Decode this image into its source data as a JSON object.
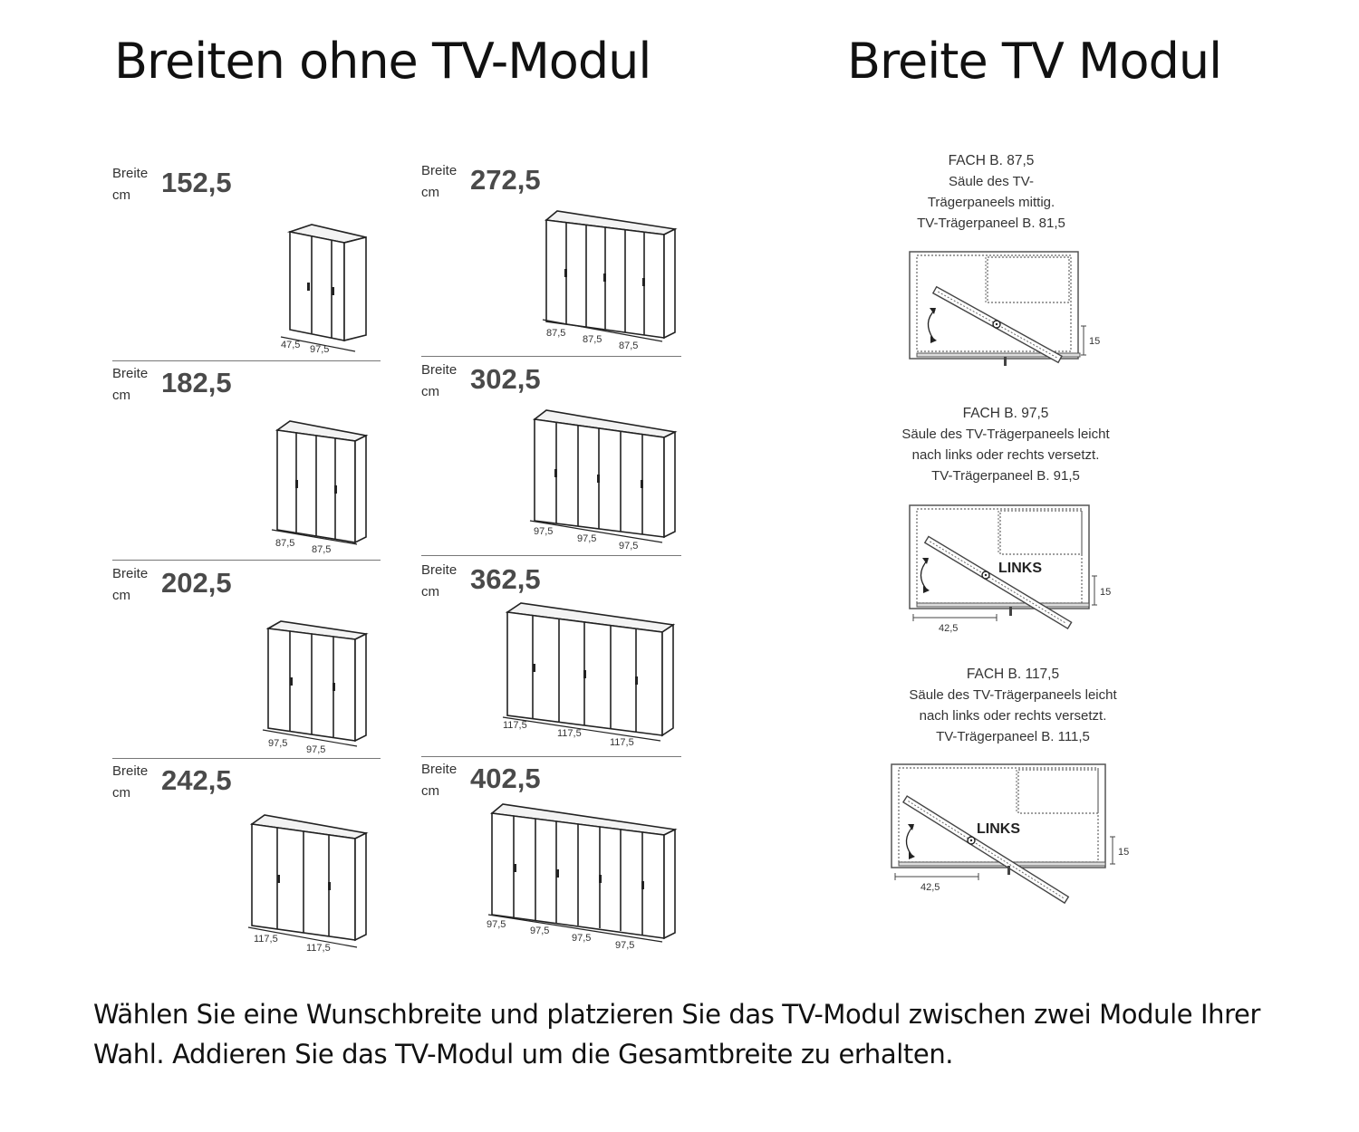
{
  "titles": {
    "left": "Breiten ohne TV-Modul",
    "right": "Breite TV Modul"
  },
  "breite_label": "Breite",
  "unit_label": "cm",
  "widths": [
    {
      "value": "152,5",
      "dims": [
        "47,5",
        "97,5"
      ]
    },
    {
      "value": "272,5",
      "dims": [
        "87,5",
        "87,5",
        "87,5"
      ]
    },
    {
      "value": "182,5",
      "dims": [
        "87,5",
        "87,5"
      ]
    },
    {
      "value": "302,5",
      "dims": [
        "97,5",
        "97,5",
        "97,5"
      ]
    },
    {
      "value": "202,5",
      "dims": [
        "97,5",
        "97,5"
      ]
    },
    {
      "value": "362,5",
      "dims": [
        "117,5",
        "117,5",
        "117,5"
      ]
    },
    {
      "value": "242,5",
      "dims": [
        "117,5",
        "117,5"
      ]
    },
    {
      "value": "402,5",
      "dims": [
        "97,5",
        "97,5",
        "97,5",
        "97,5"
      ]
    }
  ],
  "tv_modules": [
    {
      "head": "FACH B. 87,5",
      "line1": "Säule des TV-",
      "line2": "Trägerpaneels mittig.",
      "line3": "TV-Trägerpaneel B. 81,5",
      "side_dim": "15"
    },
    {
      "head": "FACH B. 97,5",
      "line1": "Säule des TV-Trägerpaneels leicht",
      "line2": "nach links oder rechts versetzt.",
      "line3": "TV-Trägerpaneel B. 91,5",
      "side_dim": "15",
      "links": "LINKS",
      "bottom_dim": "42,5"
    },
    {
      "head": "FACH B. 117,5",
      "line1": "Säule des TV-Trägerpaneels leicht",
      "line2": "nach links oder rechts versetzt.",
      "line3": "TV-Trägerpaneel B. 111,5",
      "side_dim": "15",
      "links": "LINKS",
      "bottom_dim": "42,5"
    }
  ],
  "footer": "Wählen Sie eine Wunschbreite und platzieren Sie das TV-Modul zwischen zwei Module Ihrer Wahl. Addieren Sie das TV-Modul um die Gesamtbreite zu erhalten."
}
